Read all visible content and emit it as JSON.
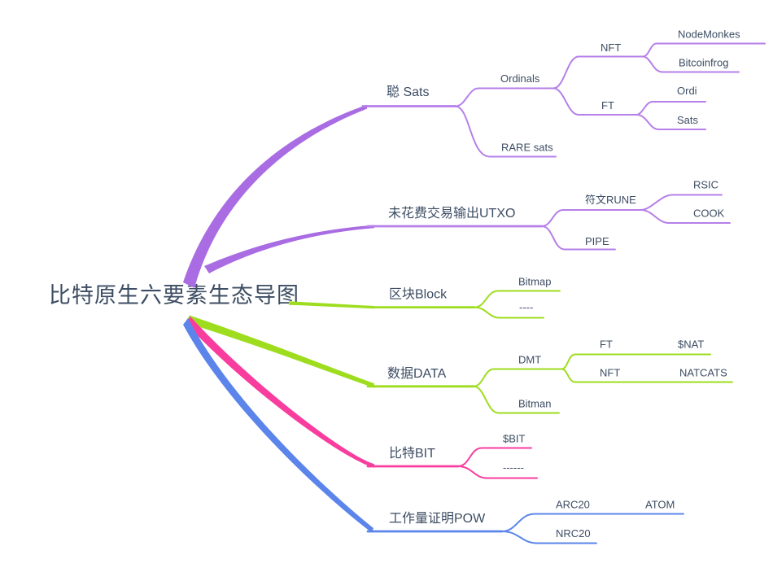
{
  "colors": {
    "purple": "#a96ce3",
    "purple_light": "#b67fe9",
    "green": "#9edd1e",
    "pink": "#f93d9e",
    "blue": "#5b85ea",
    "text": "#3d4d63"
  },
  "tree": {
    "label": "比特原生六要素生态导图",
    "children": [
      {
        "label": "聪 Sats",
        "children": [
          {
            "label": "Ordinals",
            "children": [
              {
                "label": "NFT",
                "children": [
                  {
                    "label": "NodeMonkes"
                  },
                  {
                    "label": "Bitcoinfrog"
                  }
                ]
              },
              {
                "label": "FT",
                "children": [
                  {
                    "label": "Ordi"
                  },
                  {
                    "label": "Sats"
                  }
                ]
              }
            ]
          },
          {
            "label": "RARE sats"
          }
        ]
      },
      {
        "label": "未花费交易输出UTXO",
        "children": [
          {
            "label": "符文RUNE",
            "children": [
              {
                "label": "RSIC"
              },
              {
                "label": "COOK"
              }
            ]
          },
          {
            "label": "PIPE"
          }
        ]
      },
      {
        "label": "区块Block",
        "children": [
          {
            "label": "Bitmap"
          },
          {
            "label": "----"
          }
        ]
      },
      {
        "label": "数据DATA",
        "children": [
          {
            "label": "DMT",
            "children": [
              {
                "label": "FT",
                "children": [
                  {
                    "label": "$NAT"
                  }
                ]
              },
              {
                "label": "NFT",
                "children": [
                  {
                    "label": "NATCATS"
                  }
                ]
              }
            ]
          },
          {
            "label": "Bitman"
          }
        ]
      },
      {
        "label": "比特BIT",
        "children": [
          {
            "label": "$BIT"
          },
          {
            "label": "------"
          }
        ]
      },
      {
        "label": "工作量证明POW",
        "children": [
          {
            "label": "ARC20",
            "children": [
              {
                "label": "ATOM"
              }
            ]
          },
          {
            "label": "NRC20"
          }
        ]
      }
    ]
  }
}
